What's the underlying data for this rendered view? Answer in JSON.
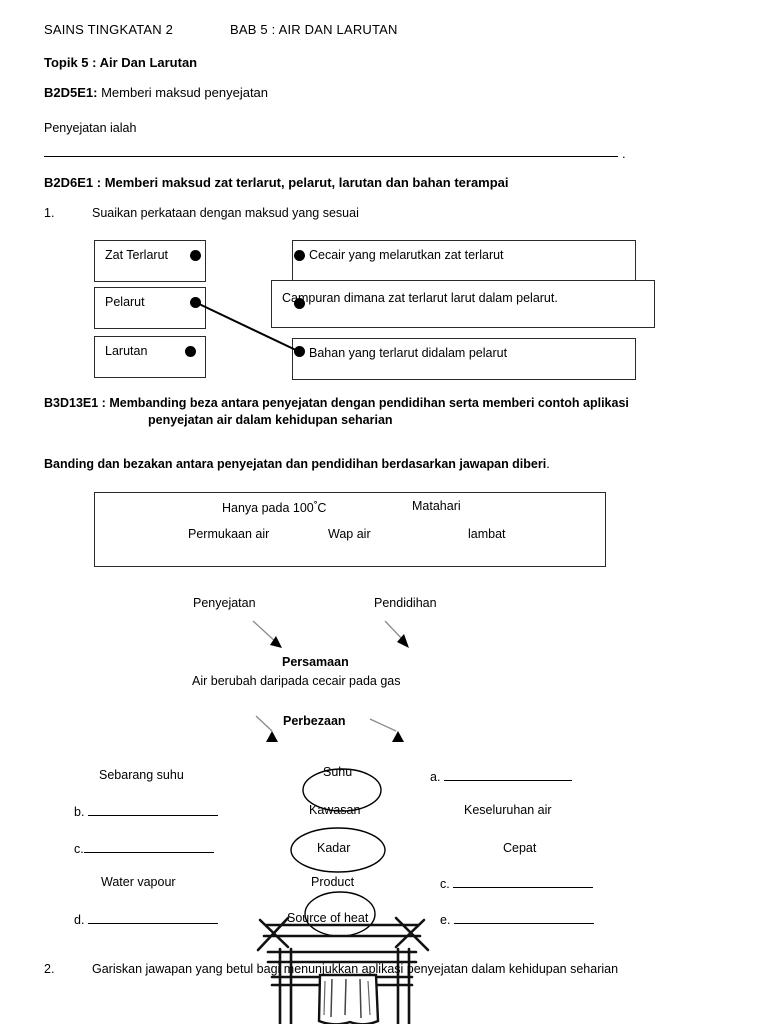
{
  "header": {
    "course": "SAINS TINGKATAN 2",
    "chapter": "BAB 5 : AIR DAN LARUTAN",
    "topic": "Topik 5 : Air Dan Larutan"
  },
  "section_b2d5e1": {
    "code": "B2D5E1:",
    "description": "Memberi maksud penyejatan",
    "prompt": "Penyejatan ialah",
    "answer_blank_value": "",
    "trailing_punctuation": "."
  },
  "section_b2d6e1": {
    "heading": "B2D6E1 : Memberi maksud zat terlarut, pelarut, larutan dan bahan terampai",
    "question_number": "1.",
    "question_text": "Suaikan perkataan dengan maksud yang sesuai",
    "left_terms": [
      {
        "label": "Zat Terlarut"
      },
      {
        "label": "Pelarut"
      },
      {
        "label": "Larutan"
      }
    ],
    "right_definitions": [
      {
        "label": "Cecair yang melarutkan zat terlarut"
      },
      {
        "label": "Campuran dimana zat terlarut larut dalam pelarut."
      },
      {
        "label": "Bahan yang terlarut didalam pelarut"
      }
    ],
    "drawn_connection": {
      "from": "Pelarut",
      "to": "Bahan yang terlarut didalam pelarut"
    }
  },
  "section_b3d13e1": {
    "code": "B3D13E1 :",
    "line1": "Membanding beza antara penyejatan dengan pendidihan serta memberi contoh aplikasi",
    "line2": "penyejatan air dalam kehidupan seharian",
    "instruction": "Banding dan bezakan antara penyejatan dan pendidihan berdasarkan jawapan diberi",
    "instruction_tail": "."
  },
  "word_bank": {
    "row1": [
      "Hanya pada 100",
      "Matahari"
    ],
    "hanya_prefix": "Hanya pada 100",
    "degree": "°",
    "hanya_suffix": "C",
    "matahari": "Matahari",
    "row2": [
      "Permukaan air",
      "Wap air",
      "lambat"
    ],
    "permukaan": "Permukaan air",
    "wap": "Wap air",
    "lambat": "lambat"
  },
  "compare_diagram": {
    "left_label": "Penyejatan",
    "right_label": "Pendidihan",
    "similarity_title": "Persamaan",
    "similarity_text": "Air berubah daripada cecair pada gas",
    "difference_title": "Perbezaan"
  },
  "answer_grid": {
    "left_column": [
      {
        "text": "Sebarang suhu",
        "type": "answer"
      },
      {
        "text": "b.",
        "type": "blank",
        "blank_width": 130
      },
      {
        "text": "c.",
        "type": "blank",
        "blank_width": 130
      },
      {
        "text": "Water vapour",
        "type": "answer"
      },
      {
        "text": "d.",
        "type": "blank",
        "blank_width": 130
      }
    ],
    "middle_column": [
      {
        "text": "Suhu"
      },
      {
        "text": "Kawasan"
      },
      {
        "text": "Kadar"
      },
      {
        "text": "Product"
      },
      {
        "text": "Source of heat"
      }
    ],
    "right_column": [
      {
        "text": "a.",
        "type": "blank",
        "blank_width": 128
      },
      {
        "text": "Keseluruhan air",
        "type": "answer"
      },
      {
        "text": "Cepat",
        "type": "answer"
      },
      {
        "text": "c.",
        "type": "blank",
        "blank_width": 140
      },
      {
        "text": "e.",
        "type": "blank",
        "blank_width": 140
      }
    ]
  },
  "illustration": {
    "name": "clothesline-drying-rack-with-towel"
  },
  "final_question": {
    "number": "2.",
    "text": "Gariskan jawapan yang betul bagi menunjukkan aplikasi penyejatan dalam kehidupan seharian"
  },
  "colors": {
    "ink": "#000000",
    "box_border": "#2b2b2b",
    "arrow_line": "#7a7a7a",
    "paper": "#ffffff"
  }
}
